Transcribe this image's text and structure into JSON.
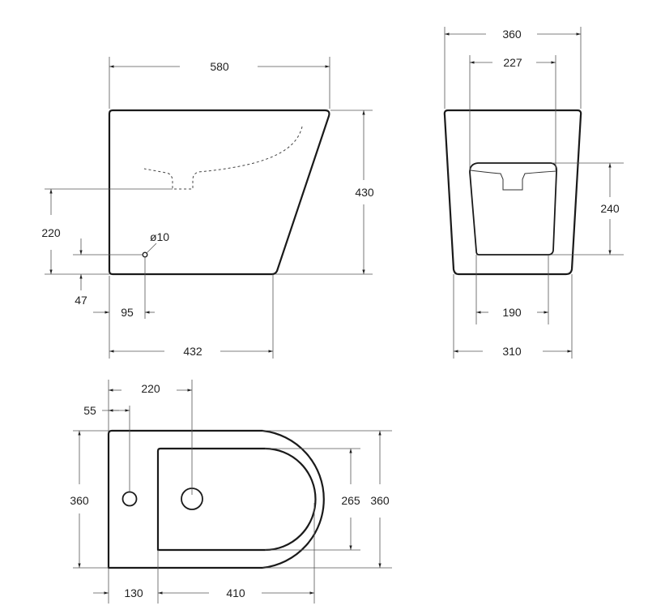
{
  "side_view": {
    "overall_length": "580",
    "height": "430",
    "base_length": "432",
    "inlet_height": "220",
    "hole_diameter": "ø10",
    "hole_height": "47",
    "hole_offset": "95"
  },
  "front_view": {
    "top_width": "360",
    "inner_top_width": "227",
    "opening_height": "240",
    "inner_bottom_width": "190",
    "bottom_width": "310"
  },
  "top_view": {
    "tap_hole_center": "220",
    "overflow_offset": "55",
    "overall_width_left": "360",
    "bowl_width": "265",
    "overall_width_right": "360",
    "rim_depth": "130",
    "bowl_length": "410"
  },
  "colors": {
    "outline": "#1a1a1a",
    "dimension": "#555555"
  }
}
